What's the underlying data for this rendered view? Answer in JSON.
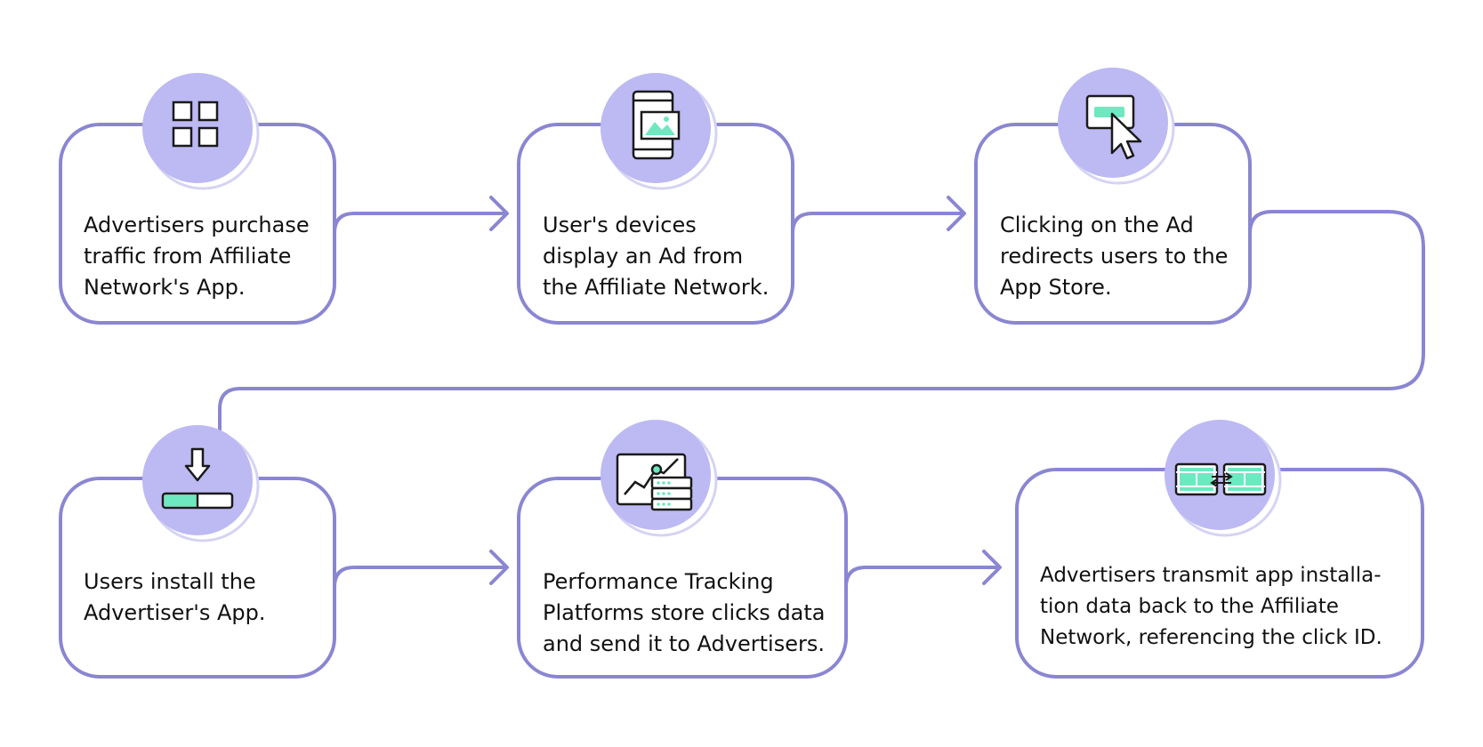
{
  "colors": {
    "connector": "#8a86d2",
    "circle_fill": "#bcb9f3",
    "circle_shadow": "#d5d3f4",
    "icon_stroke": "#1a1a1a",
    "icon_accent": "#6ee8c0",
    "text": "#111111"
  },
  "steps": [
    {
      "icon": "grid-icon",
      "lines": [
        "Advertisers purchase",
        "traffic from Affiliate",
        "Network's App."
      ]
    },
    {
      "icon": "mobile-ad-icon",
      "lines": [
        "User's devices",
        "display an Ad from",
        "the Affiliate Network."
      ]
    },
    {
      "icon": "ad-click-cursor-icon",
      "lines": [
        "Clicking on the Ad",
        "redirects users to the",
        "App Store."
      ]
    },
    {
      "icon": "download-progress-icon",
      "lines": [
        "Users install the",
        "Advertiser's App."
      ]
    },
    {
      "icon": "analytics-server-icon",
      "lines": [
        "Performance Tracking",
        "Platforms store clicks data",
        "and send it to Advertisers."
      ]
    },
    {
      "icon": "data-exchange-icon",
      "lines": [
        "Advertisers transmit app installa-",
        "tion data back to the Affiliate",
        "Network, referencing the click ID."
      ]
    }
  ]
}
